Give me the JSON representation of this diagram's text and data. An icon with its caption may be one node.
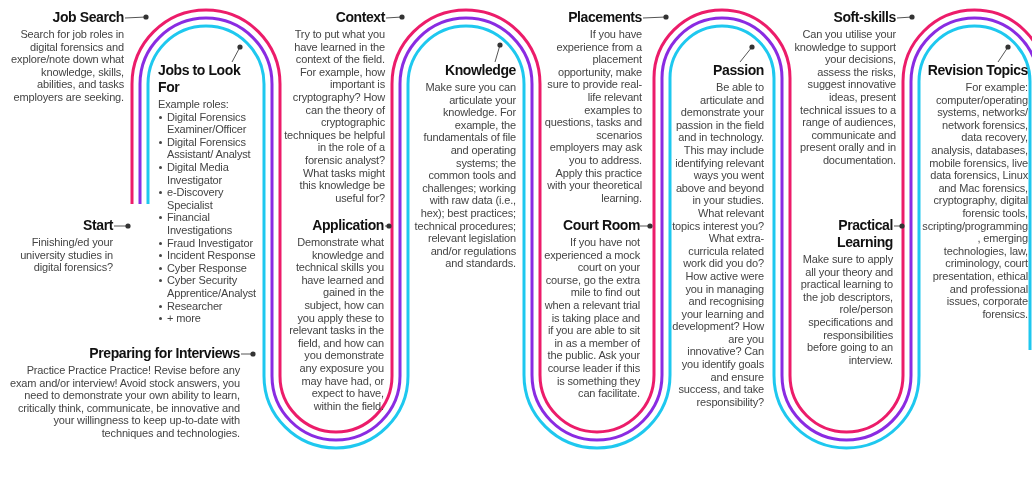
{
  "diagram": {
    "nodes": [
      {
        "text": [
          "Job Search",
          "Search for job roles in digital forensics and explore/note down what knowledge, skills, abilities, and tasks employers are seeking."
        ]
      },
      {
        "text": [
          "Jobs to Look For",
          "Example roles:",
          "Digital Forensics Examiner/Officer",
          "Digital Forensics Assistant/ Analyst",
          "Digital Media Investigator",
          "e-Discovery Specialist",
          "Financial Investigations",
          "Fraud Investigator",
          "Incident Response",
          "Cyber Response",
          "Cyber Security Apprentice/Analyst",
          "Researcher",
          "+ more"
        ]
      },
      {
        "text": [
          "Start",
          "Finishing/ed your university studies in digital forensics?"
        ]
      },
      {
        "text": [
          "Preparing for Interviews",
          "Practice Practice Practice! Revise before any exam and/or interview! Avoid stock answers, you need to demonstrate your own ability to learn, critically think, communicate, be innovative and your willingness to keep up-to-date with techniques and technologies."
        ]
      },
      {
        "text": [
          "Context",
          "Try to put what you have learned in the context of the field. For example, how important is cryptography? How can the theory of cryptographic techniques be helpful in the role of a forensic analyst? What tasks might this knowledge be useful for?"
        ]
      },
      {
        "text": [
          "Application",
          "Demonstrate what knowledge and technical skills you have learned and gained in the subject, how can you apply these to relevant tasks in the field, and how can you demonstrate any exposure you may have had, or expect to have, within the field."
        ]
      },
      {
        "text": [
          "Knowledge",
          "Make sure you can articulate your knowledge. For example, the fundamentals of file and operating systems; the common tools and challenges; working with raw data (i.e., hex); best practices; technical procedures; relevant legislation and/or regulations and standards."
        ]
      },
      {
        "text": [
          "Placements",
          "If you have experience from a placement opportunity, make sure to provide real-life relevant examples to questions, tasks and scenarios employers may ask you to address. Apply this practice with your theoretical learning."
        ]
      },
      {
        "text": [
          "Court Room",
          "If you have not experienced a mock court on your course, go the extra mile to find out when a relevant trial is taking place and if you are able to sit in as a member of the public. Ask your course leader if this is something they can facilitate."
        ]
      },
      {
        "text": [
          "Passion",
          "Be able to articulate and demonstrate your passion in the field and in technology. This may include identifying relevant ways you went above and beyond in your studies. What relevant topics interest you? What extra-curricula related work did you do? How active were you in managing and recognising your learning and development? How are you innovative? Can you identify goals and ensure success, and take responsibility?"
        ]
      },
      {
        "text": [
          "Soft-skills",
          "Can you utilise your knowledge to support your decisions, assess the risks, suggest innovative ideas, present technical issues to a range of audiences, communicate and present orally and in documentation."
        ]
      },
      {
        "text": [
          "Practical Learning",
          "Make sure to apply all your theory and practical learning to the job descriptors, role/person specifications and responsibilities before going to an interview."
        ]
      },
      {
        "text": [
          "Revision Topics",
          "For example: computer/operating systems, networks/ network forensics, data recovery, analysis, databases, mobile forensics, live data forensics, Linux and Mac forensics, cryptography, digital forensic tools, scripting/programming, emerging technologies, law, criminology, court presentation, ethical and professional issues, corporate forensics."
        ]
      }
    ],
    "edges": [
      {
        "from": 0,
        "to": null,
        "arrow": "other"
      },
      {
        "from": 1,
        "to": null,
        "arrow": "other"
      },
      {
        "from": 2,
        "to": null,
        "arrow": "other"
      },
      {
        "from": 3,
        "to": null,
        "arrow": "other"
      },
      {
        "from": 4,
        "to": null,
        "arrow": "other"
      },
      {
        "from": 5,
        "to": null,
        "arrow": "other"
      },
      {
        "from": 6,
        "to": null,
        "arrow": "other"
      },
      {
        "from": 7,
        "to": null,
        "arrow": "other"
      },
      {
        "from": 8,
        "to": null,
        "arrow": "other"
      },
      {
        "from": 9,
        "to": null,
        "arrow": "other"
      },
      {
        "from": 10,
        "to": null,
        "arrow": "other"
      },
      {
        "from": 11,
        "to": null,
        "arrow": "other"
      },
      {
        "from": 12,
        "to": null,
        "arrow": "other"
      }
    ]
  }
}
